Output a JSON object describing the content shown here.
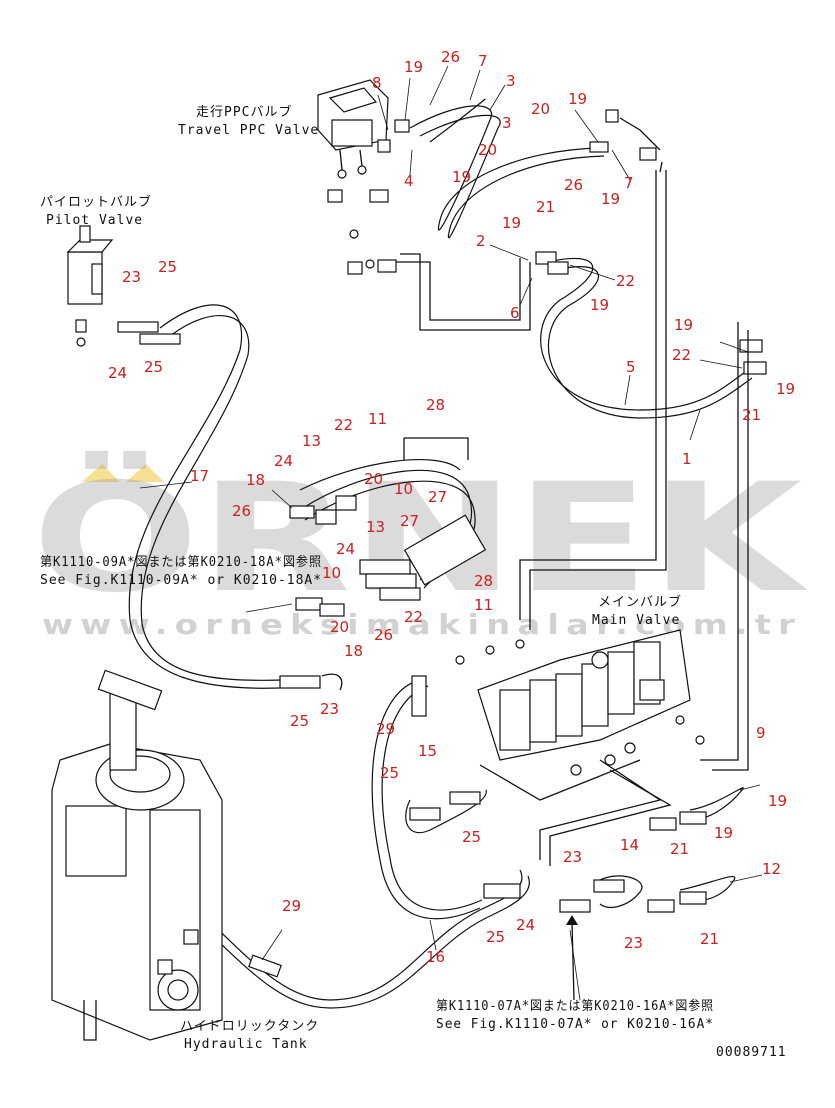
{
  "watermark": {
    "brand": "ÖRNEK",
    "url": "www.orneksimakinalar.com.tr",
    "accent_color": "#f2c94c"
  },
  "captions": {
    "travel_ppc_jp": "走行PPCバルブ",
    "travel_ppc_en": "Travel PPC Valve",
    "pilot_jp": "パイロットバルブ",
    "pilot_en": "Pilot Valve",
    "see_fig1_jp": "第K1110-09A*図または第K0210-18A*図参照",
    "see_fig1_en": "See Fig.K1110-09A* or K0210-18A*",
    "main_jp": "メインバルブ",
    "main_en": "Main Valve",
    "tank_jp": "ハイドロリックタンク",
    "tank_en": "Hydraulic Tank",
    "see_fig2_jp": "第K1110-07A*図または第K0210-16A*図参照",
    "see_fig2_en": "See Fig.K1110-07A* or K0210-16A*",
    "drawing_no": "00089711"
  },
  "callouts": [
    "8",
    "19",
    "26",
    "7",
    "3",
    "3",
    "20",
    "4",
    "19",
    "20",
    "19",
    "26",
    "7",
    "19",
    "21",
    "19",
    "2",
    "22",
    "6",
    "19",
    "23",
    "25",
    "24",
    "25",
    "5",
    "19",
    "22",
    "19",
    "21",
    "1",
    "28",
    "11",
    "22",
    "13",
    "24",
    "18",
    "20",
    "10",
    "26",
    "27",
    "13",
    "24",
    "10",
    "20",
    "18",
    "26",
    "22",
    "11",
    "28",
    "27",
    "17",
    "25",
    "23",
    "29",
    "15",
    "25",
    "25",
    "9",
    "19",
    "19",
    "21",
    "14",
    "23",
    "12",
    "23",
    "21",
    "24",
    "25",
    "16",
    "29"
  ]
}
